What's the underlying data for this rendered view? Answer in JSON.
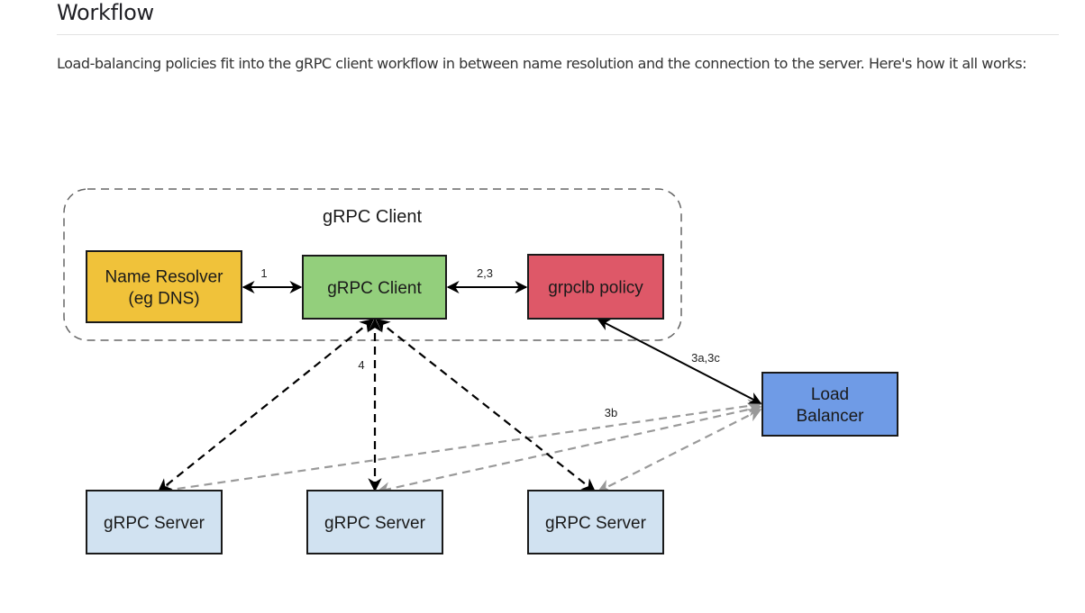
{
  "page": {
    "heading": "Workflow",
    "intro": "Load-balancing policies fit into the gRPC client workflow in between name resolution and the connection to the server. Here's how it all works:"
  },
  "diagram": {
    "group": {
      "label": "gRPC Client"
    },
    "nodes": {
      "resolver": {
        "lines": [
          "Name Resolver",
          "(eg DNS)"
        ],
        "color": "#f0c23a"
      },
      "client": {
        "lines": [
          "gRPC Client"
        ],
        "color": "#93cf7c"
      },
      "policy": {
        "lines": [
          "grpclb policy"
        ],
        "color": "#de5868"
      },
      "balancer": {
        "lines": [
          "Load",
          "Balancer"
        ],
        "color": "#6f9be6"
      },
      "server1": {
        "lines": [
          "gRPC Server"
        ],
        "color": "#d1e2f1"
      },
      "server2": {
        "lines": [
          "gRPC Server"
        ],
        "color": "#d1e2f1"
      },
      "server3": {
        "lines": [
          "gRPC Server"
        ],
        "color": "#d1e2f1"
      }
    },
    "edges": [
      {
        "from": "resolver",
        "to": "client",
        "label": "1",
        "style": "solid",
        "arrows": "both"
      },
      {
        "from": "client",
        "to": "policy",
        "label": "2,3",
        "style": "solid",
        "arrows": "both"
      },
      {
        "from": "policy",
        "to": "balancer",
        "label": "3a,3c",
        "style": "solid",
        "arrows": "both"
      },
      {
        "from": "balancer",
        "to": "server1",
        "label": "3b",
        "style": "dashed-gray",
        "arrows": "both"
      },
      {
        "from": "balancer",
        "to": "server2",
        "label": "",
        "style": "dashed-gray",
        "arrows": "both"
      },
      {
        "from": "balancer",
        "to": "server3",
        "label": "",
        "style": "dashed-gray",
        "arrows": "both"
      },
      {
        "from": "client",
        "to": "server1",
        "label": "",
        "style": "dashed",
        "arrows": "both"
      },
      {
        "from": "client",
        "to": "server2",
        "label": "4",
        "style": "dashed",
        "arrows": "both"
      },
      {
        "from": "client",
        "to": "server3",
        "label": "",
        "style": "dashed",
        "arrows": "both"
      }
    ]
  }
}
